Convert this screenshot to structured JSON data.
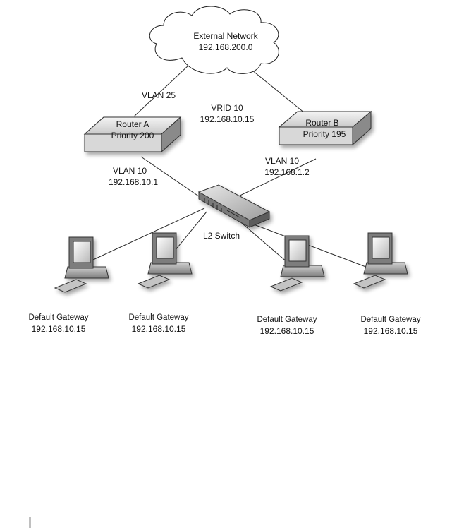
{
  "cloud": {
    "line1": "External Network",
    "line2": "192.168.200.0"
  },
  "router_a": {
    "line1": "Router A",
    "line2": "Priority 200",
    "vlan_up": "VLAN 25"
  },
  "router_b": {
    "line1": "Router B",
    "line2": "Priority 195"
  },
  "vrid": {
    "line1": "VRID 10",
    "line2": "192.168.10.15"
  },
  "left_link": {
    "line1": "VLAN 10",
    "line2": "192.168.10.1"
  },
  "right_link": {
    "line1": "VLAN 10",
    "line2": "192.168.1.2"
  },
  "switch": {
    "label": "L2 Switch"
  },
  "hosts": [
    {
      "line1": "Default Gateway",
      "line2": "192.168.10.15"
    },
    {
      "line1": "Default Gateway",
      "line2": "192.168.10.15"
    },
    {
      "line1": "Default Gateway",
      "line2": "192.168.10.15"
    },
    {
      "line1": "Default Gateway",
      "line2": "192.168.10.15"
    }
  ]
}
